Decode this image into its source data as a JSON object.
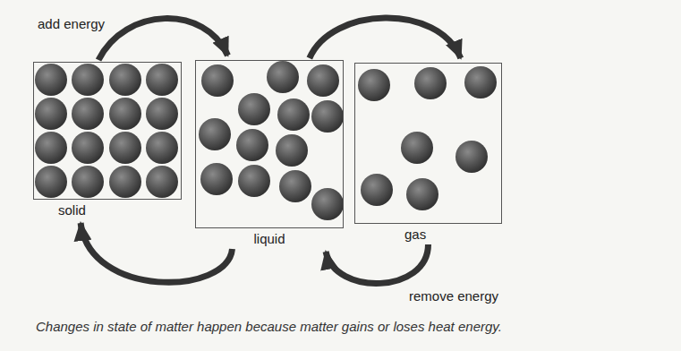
{
  "diagram": {
    "caption": "Changes in state of matter happen because matter gains or loses heat energy.",
    "nodes": [
      {
        "text": [
          "solid"
        ]
      },
      {
        "text": [
          "liquid"
        ]
      },
      {
        "text": [
          "gas"
        ]
      }
    ],
    "edges": [
      {
        "from": 0,
        "to": 1,
        "arrow": "to",
        "label": "add energy"
      },
      {
        "from": 1,
        "to": 2,
        "arrow": "to"
      },
      {
        "from": 2,
        "to": 1,
        "arrow": "to",
        "label": "remove energy"
      },
      {
        "from": 1,
        "to": 0,
        "arrow": "to"
      }
    ]
  }
}
